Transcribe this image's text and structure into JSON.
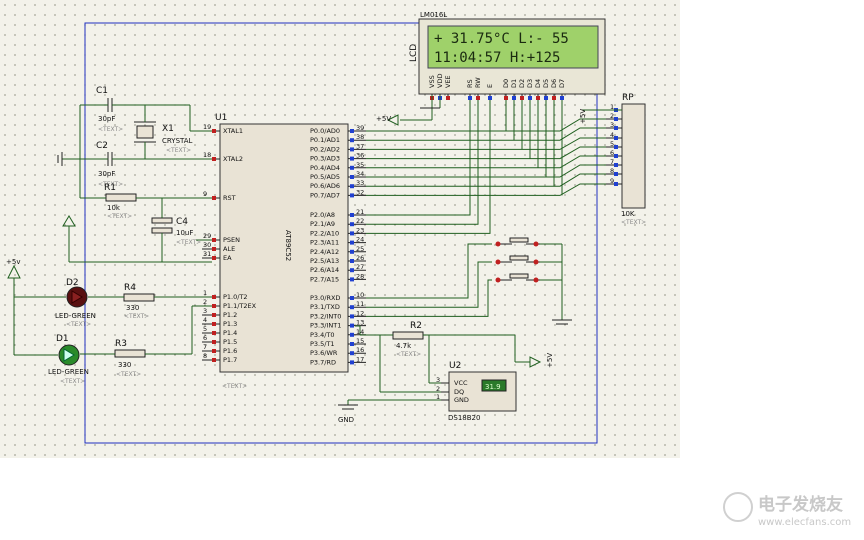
{
  "lcd": {
    "ref": "LCD",
    "part": "LM016L",
    "line1": "+ 31.75°C L:- 55",
    "line2": "11:04:57  H:+125",
    "pins": [
      "VSS",
      "VDD",
      "VEE",
      "RS",
      "RW",
      "E",
      "D0",
      "D1",
      "D2",
      "D3",
      "D4",
      "D5",
      "D6",
      "D7"
    ]
  },
  "mcu": {
    "ref": "U1",
    "part": "AT89C52",
    "text_tag": "<TEXT>",
    "left_pins": [
      {
        "num": "19",
        "name": "XTAL1"
      },
      {
        "num": "18",
        "name": "XTAL2"
      },
      {
        "num": "9",
        "name": "RST"
      },
      {
        "num": "29",
        "name": "PSEN"
      },
      {
        "num": "30",
        "name": "ALE"
      },
      {
        "num": "31",
        "name": "EA"
      },
      {
        "num": "1",
        "name": "P1.0/T2"
      },
      {
        "num": "2",
        "name": "P1.1/T2EX"
      },
      {
        "num": "3",
        "name": "P1.2"
      },
      {
        "num": "4",
        "name": "P1.3"
      },
      {
        "num": "5",
        "name": "P1.4"
      },
      {
        "num": "6",
        "name": "P1.5"
      },
      {
        "num": "7",
        "name": "P1.6"
      },
      {
        "num": "8",
        "name": "P1.7"
      }
    ],
    "right_pins": [
      {
        "num": "39",
        "name": "P0.0/AD0"
      },
      {
        "num": "38",
        "name": "P0.1/AD1"
      },
      {
        "num": "37",
        "name": "P0.2/AD2"
      },
      {
        "num": "36",
        "name": "P0.3/AD3"
      },
      {
        "num": "35",
        "name": "P0.4/AD4"
      },
      {
        "num": "34",
        "name": "P0.5/AD5"
      },
      {
        "num": "33",
        "name": "P0.6/AD6"
      },
      {
        "num": "32",
        "name": "P0.7/AD7"
      },
      {
        "num": "21",
        "name": "P2.0/A8"
      },
      {
        "num": "22",
        "name": "P2.1/A9"
      },
      {
        "num": "23",
        "name": "P2.2/A10"
      },
      {
        "num": "24",
        "name": "P2.3/A11"
      },
      {
        "num": "25",
        "name": "P2.4/A12"
      },
      {
        "num": "26",
        "name": "P2.5/A13"
      },
      {
        "num": "27",
        "name": "P2.6/A14"
      },
      {
        "num": "28",
        "name": "P2.7/A15"
      },
      {
        "num": "10",
        "name": "P3.0/RXD"
      },
      {
        "num": "11",
        "name": "P3.1/TXD"
      },
      {
        "num": "12",
        "name": "P3.2/INT0"
      },
      {
        "num": "13",
        "name": "P3.3/INT1"
      },
      {
        "num": "14",
        "name": "P3.4/T0"
      },
      {
        "num": "15",
        "name": "P3.5/T1"
      },
      {
        "num": "16",
        "name": "P3.6/WR"
      },
      {
        "num": "17",
        "name": "P3.7/RD"
      }
    ]
  },
  "components": {
    "c1": {
      "ref": "C1",
      "value": "30pF",
      "tag": "<TEXT>"
    },
    "c2": {
      "ref": "C2",
      "value": "30pF",
      "tag": "<TEXT>"
    },
    "x1": {
      "ref": "X1",
      "value": "CRYSTAL",
      "tag": "<TEXT>"
    },
    "r1": {
      "ref": "R1",
      "value": "10k",
      "tag": "<TEXT>"
    },
    "c4": {
      "ref": "C4",
      "value": "10uF",
      "tag": "<TEXT>"
    },
    "d2": {
      "ref": "D2",
      "value": "LED-GREEN",
      "tag": "<TEXT>"
    },
    "d1": {
      "ref": "D1",
      "value": "LED-GREEN",
      "tag": "<TEXT>"
    },
    "r4": {
      "ref": "R4",
      "value": "330",
      "tag": "<TEXT>"
    },
    "r3": {
      "ref": "R3",
      "value": "330",
      "tag": "<TEXT>"
    },
    "r2": {
      "ref": "R2",
      "value": "4.7k",
      "tag": "<TEXT>"
    },
    "u2": {
      "ref": "U2",
      "part": "DS18B20",
      "reading": "31.9",
      "pins": [
        {
          "num": "3",
          "name": "VCC"
        },
        {
          "num": "2",
          "name": "DQ"
        },
        {
          "num": "1",
          "name": "GND"
        }
      ]
    },
    "rp": {
      "ref": "RP",
      "value": "10K",
      "tag": "<TEXT>",
      "pins": [
        "1",
        "2",
        "3",
        "4",
        "5",
        "6",
        "7",
        "8",
        "9"
      ]
    }
  },
  "power": {
    "vcc_left": "+5v",
    "vcc_lcd": "+5V",
    "vcc_rp": "+5V",
    "vcc_r2": "+5V",
    "gnd": "GND"
  },
  "watermark": {
    "cn": "电子发烧友",
    "url": "www.elecfans.com"
  }
}
